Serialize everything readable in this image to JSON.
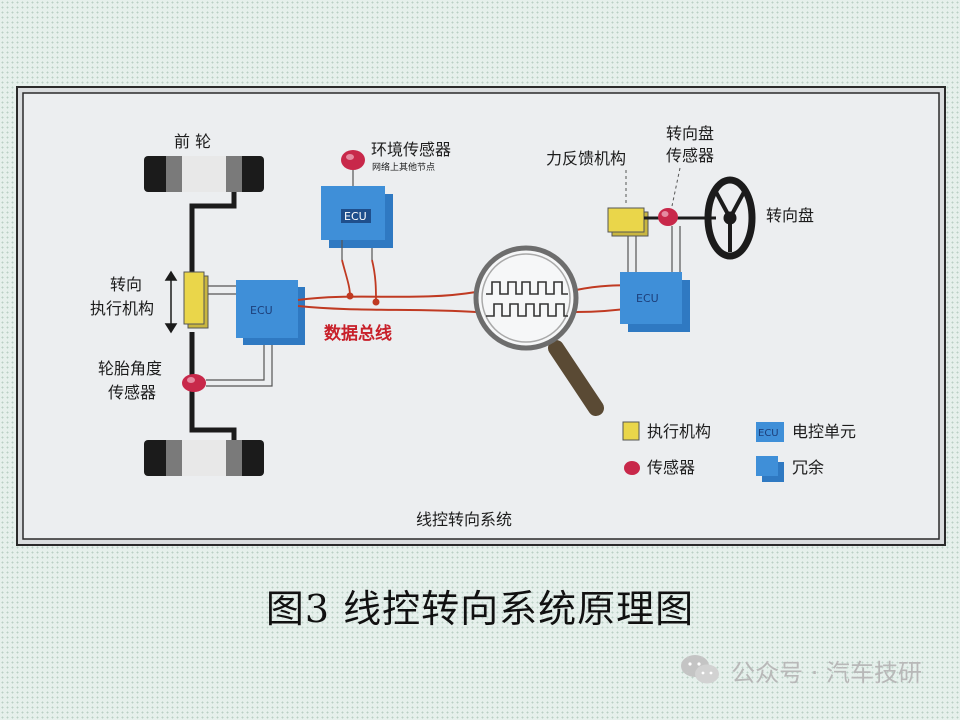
{
  "diagram": {
    "front_wheel_label": "前 轮",
    "actuator_label": [
      "转向",
      "执行机构"
    ],
    "tire_sensor_label": [
      "轮胎角度",
      "传感器"
    ],
    "env_sensor_label": "环境传感器",
    "env_sensor_sub": "网络上其他节点",
    "force_feedback_label": "力反馈机构",
    "wheel_sensor_label": [
      "转向盘",
      "传感器"
    ],
    "steering_wheel_label": "转向盘",
    "data_bus_label": "数据总线",
    "ecu_text": "ECU",
    "system_title": "线控转向系统",
    "legend": {
      "actuator": "执行机构",
      "ecu": "电控单元",
      "sensor": "传感器",
      "redundant": "冗余"
    }
  },
  "caption": "图3  线控转向系统原理图",
  "watermark": "公众号 · 汽车技研",
  "colors": {
    "ecu_blue": "#3f8fd8",
    "actuator_yellow": "#ead64a",
    "sensor_red": "#c8284a",
    "bus_red": "#c03a22",
    "panel_bg": "#eceef0"
  }
}
